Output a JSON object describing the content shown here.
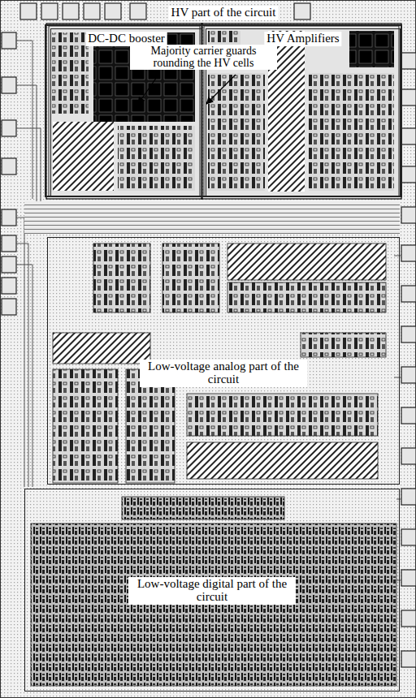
{
  "diagram": {
    "nodes": [
      {
        "text": [
          "HV part of the circuit"
        ]
      },
      {
        "text": [
          "DC-DC booster"
        ],
        "in": 0
      },
      {
        "text": [
          "HV Amplifiers"
        ],
        "in": 0
      },
      {
        "text": [
          "Low-voltage analog part of the circuit"
        ]
      },
      {
        "text": [
          "Low-voltage digital part of the circuit"
        ]
      }
    ],
    "labels": [
      "Majority carrier guards rounding the HV cells"
    ]
  }
}
